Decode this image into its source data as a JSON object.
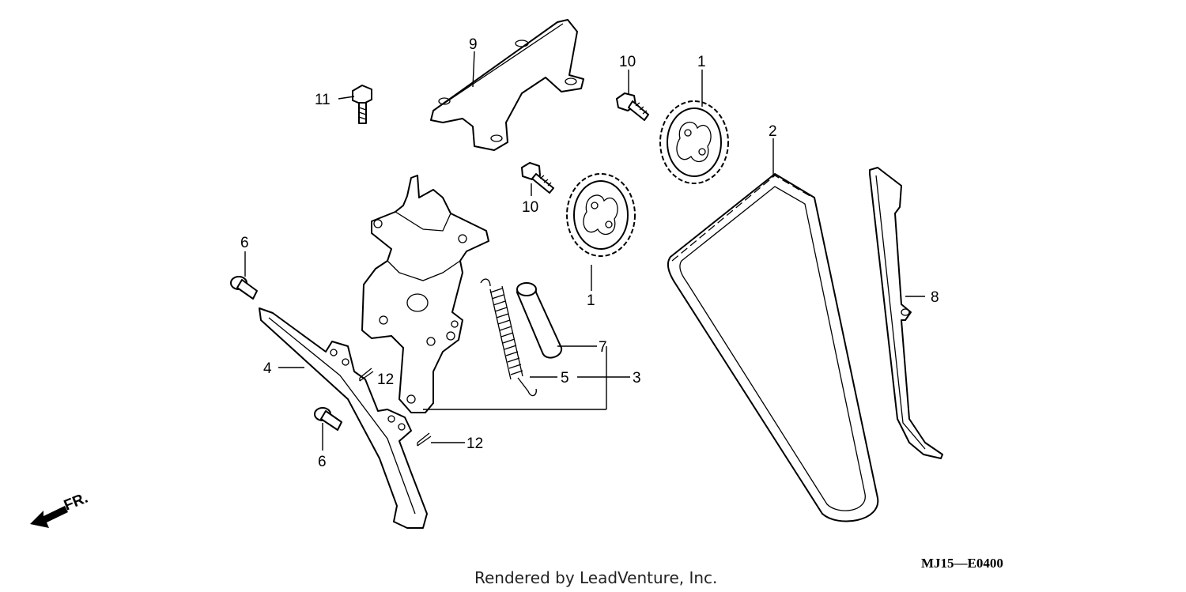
{
  "callouts": {
    "sprocket_upper": "1",
    "sprocket_lower": "1",
    "cam_chain": "2",
    "tensioner_assy": "3",
    "tensioner_arm": "4",
    "spring": "5",
    "bolt_upper": "6",
    "bolt_lower": "6",
    "roller": "7",
    "guide": "8",
    "chain_holder": "9",
    "bolt_10_upper": "10",
    "bolt_10_lower": "10",
    "bolt_11": "11",
    "clip_upper": "12",
    "clip_lower": "12"
  },
  "direction_label": "FR.",
  "diagram_code": "MJ15—E0400",
  "credit": "Rendered by LeadVenture, Inc."
}
